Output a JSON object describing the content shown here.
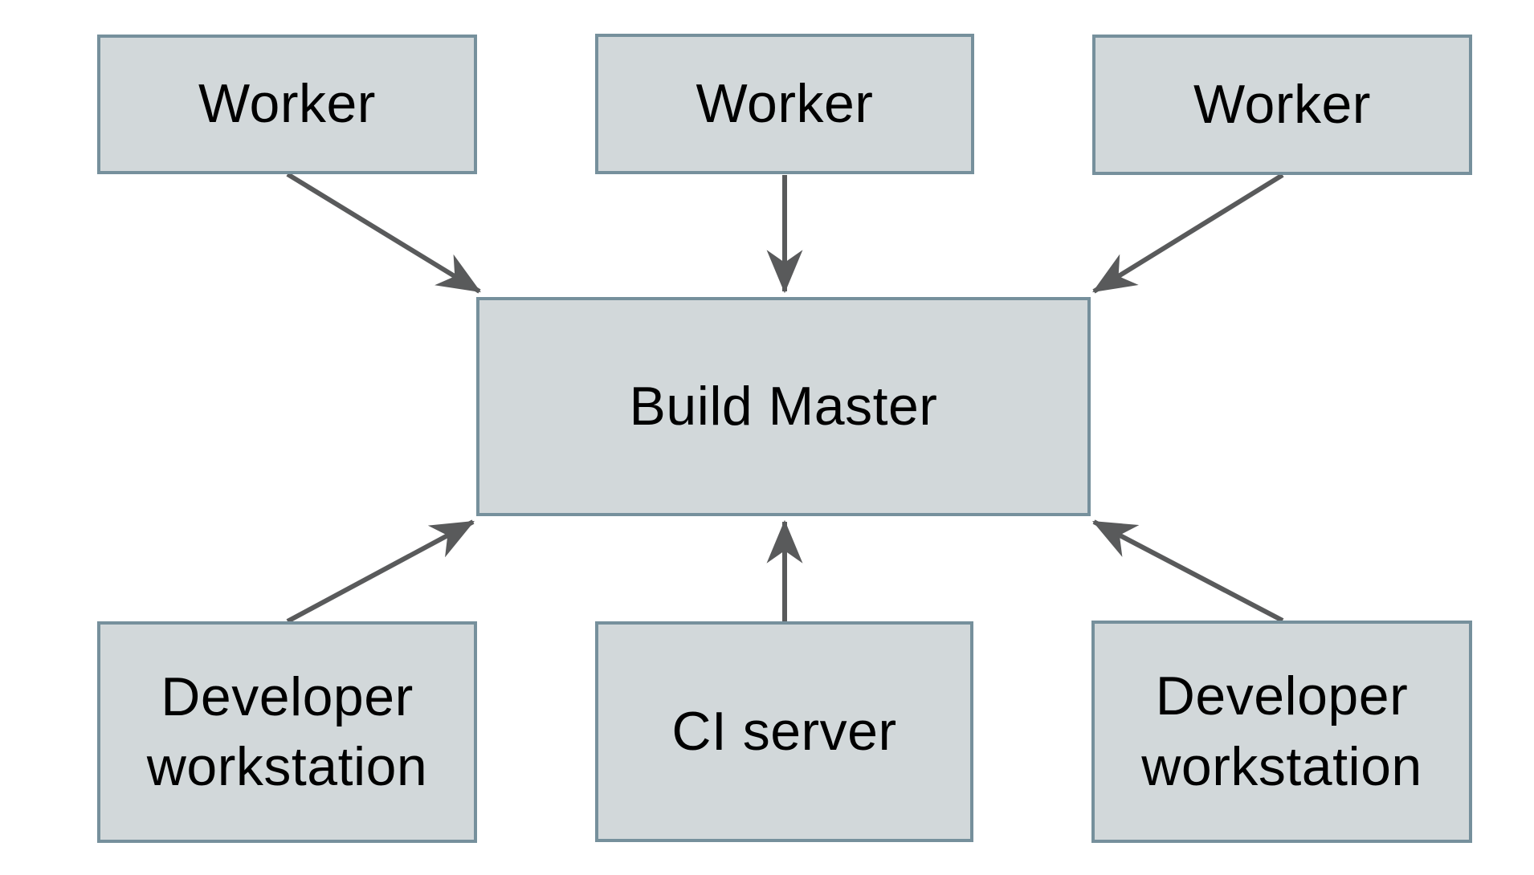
{
  "colors": {
    "background": "#ffffff",
    "node_fill": "#d2d8da",
    "node_border": "#76909c",
    "arrow": "#595a5b",
    "text": "#000000"
  },
  "nodes": [
    {
      "id": "worker-1",
      "label": "Worker"
    },
    {
      "id": "worker-2",
      "label": "Worker"
    },
    {
      "id": "worker-3",
      "label": "Worker"
    },
    {
      "id": "build-master",
      "label": "Build Master"
    },
    {
      "id": "developer-workstation-left",
      "label": "Developer workstation"
    },
    {
      "id": "ci-server",
      "label": "CI server"
    },
    {
      "id": "developer-workstation-right",
      "label": "Developer workstation"
    }
  ],
  "edges": [
    {
      "from": "worker-1",
      "to": "build-master"
    },
    {
      "from": "worker-2",
      "to": "build-master"
    },
    {
      "from": "worker-3",
      "to": "build-master"
    },
    {
      "from": "developer-workstation-left",
      "to": "build-master"
    },
    {
      "from": "ci-server",
      "to": "build-master"
    },
    {
      "from": "developer-workstation-right",
      "to": "build-master"
    }
  ]
}
